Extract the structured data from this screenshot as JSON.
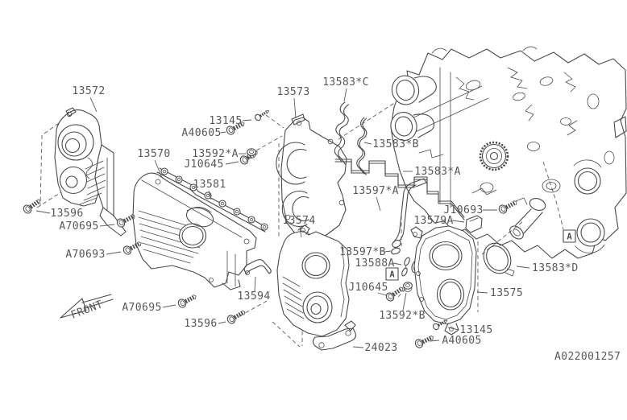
{
  "diagram": {
    "figure_code": "A022001257",
    "front_label": "FRONT",
    "view_marker": "A",
    "colors": {
      "line": "#4a4a4a",
      "label": "#575757",
      "background": "#ffffff"
    },
    "part_labels": {
      "c13145": "13145",
      "c13570": "13570",
      "c13572": "13572",
      "c13573": "13573",
      "c13574": "13574",
      "c13575": "13575",
      "c13579A": "13579A",
      "c13581": "13581",
      "c13583A": "13583*A",
      "c13583B": "13583*B",
      "c13583C": "13583*C",
      "c13583D": "13583*D",
      "c13588A": "13588A",
      "c13592A": "13592*A",
      "c13592B": "13592*B",
      "c13594": "13594",
      "c13596": "13596",
      "c13597A": "13597*A",
      "c13597B": "13597*B",
      "c24023": "24023",
      "cA40605": "A40605",
      "cA70693": "A70693",
      "cA70695": "A70695",
      "cJ10645": "J10645",
      "cJ10693": "J10693"
    }
  }
}
